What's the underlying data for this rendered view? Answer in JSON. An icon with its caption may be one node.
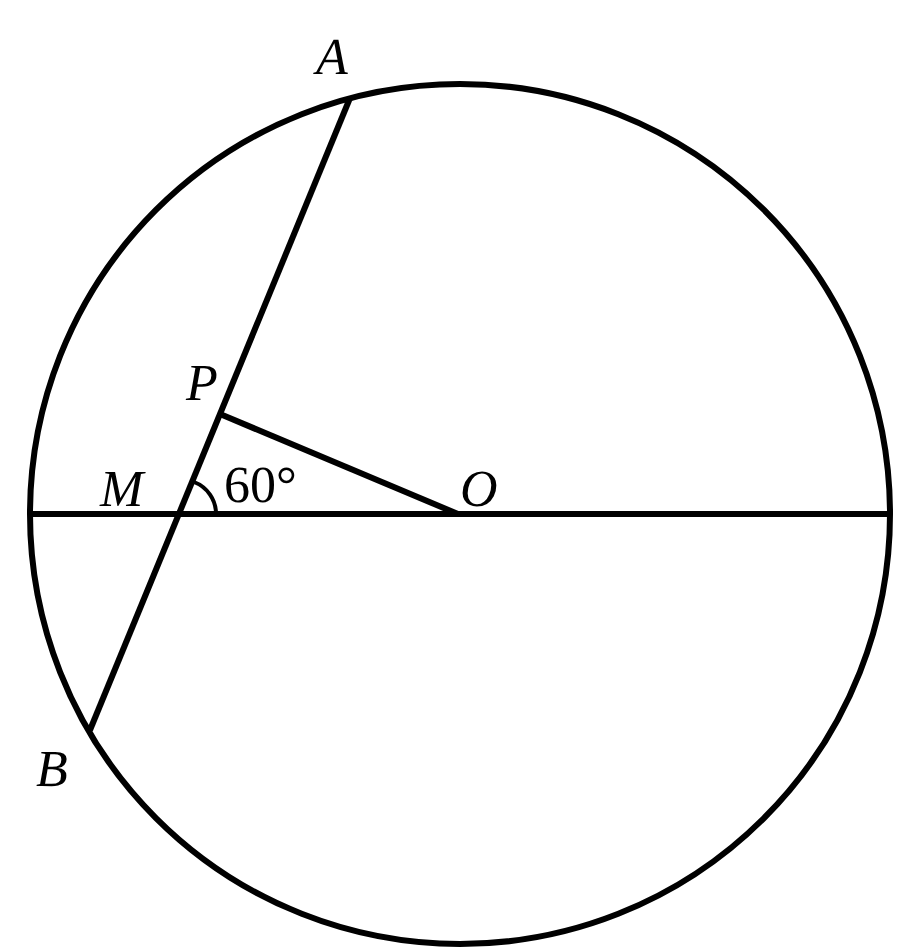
{
  "diagram": {
    "labels": [
      "A",
      "P",
      "M",
      "60°",
      "O",
      "B"
    ]
  }
}
